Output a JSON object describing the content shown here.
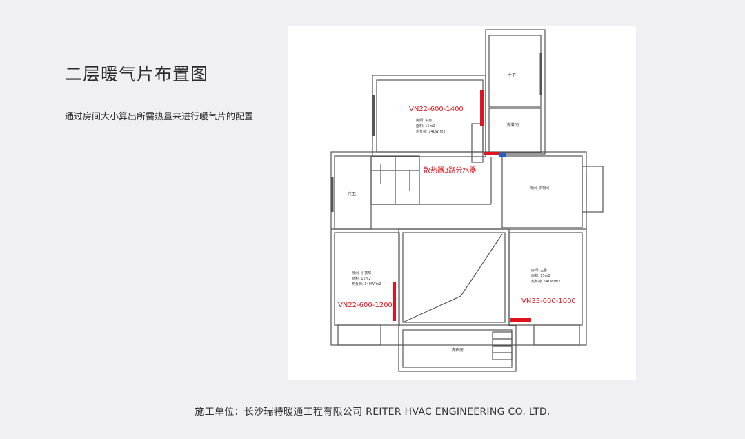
{
  "page": {
    "title": "二层暖气片布置图",
    "subtitle": "通过房间大小算出所需热量来进行暖气片的配置",
    "footer": "施工单位：长沙瑞特暖通工程有限公司 REITER HVAC ENGINEERING CO. LTD."
  },
  "plan": {
    "radiators": [
      {
        "model": "VN22-600-1400"
      },
      {
        "model": "VN22-600-1200"
      },
      {
        "model": "VN33-600-1000"
      }
    ],
    "manifold_label": "散热器3路分水器",
    "rooms": {
      "master_bath": "主卫",
      "wash_room": "洗漱间",
      "cloakroom": "房间: 衣帽间",
      "second_bath": "次卫",
      "laundry": "洗衣房"
    },
    "study_info": [
      "房间: 书房",
      "面积: 15m2",
      "热负荷: 140W/m2"
    ],
    "kids_info": [
      "房间: 小孩房",
      "面积: 12m2",
      "热负荷: 140W/m2"
    ],
    "master_info": [
      "房间: 主卧",
      "面积: 15m2",
      "热负荷: 140W/m2"
    ]
  },
  "colors": {
    "radiator": "#e0141e",
    "wall": "#555555",
    "manifold_box": "#1f5fbf"
  }
}
